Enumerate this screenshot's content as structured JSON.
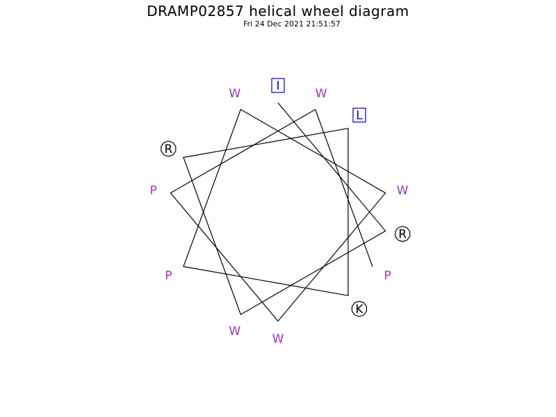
{
  "header": {
    "title": "DRAMP02857 helical wheel diagram",
    "timestamp": "Fri 24 Dec 2021 21:51:57"
  },
  "colors": {
    "line": "#000000",
    "hydrophobic": "#9933cc",
    "boxed": "#0000cc",
    "circled": "#000000"
  },
  "wheel": {
    "sequence": [
      "I",
      "R",
      "W",
      "R",
      "L",
      "K",
      "P",
      "W",
      "W",
      "W",
      "P",
      "W",
      "P"
    ],
    "residues": [
      {
        "letter": "I",
        "marker": "box"
      },
      {
        "letter": "R",
        "marker": "circle"
      },
      {
        "letter": "W",
        "marker": "none"
      },
      {
        "letter": "R",
        "marker": "circle"
      },
      {
        "letter": "L",
        "marker": "box"
      },
      {
        "letter": "K",
        "marker": "circle"
      },
      {
        "letter": "P",
        "marker": "none"
      },
      {
        "letter": "W",
        "marker": "none"
      },
      {
        "letter": "W",
        "marker": "none"
      },
      {
        "letter": "W",
        "marker": "none"
      },
      {
        "letter": "P",
        "marker": "none"
      },
      {
        "letter": "W",
        "marker": "none"
      },
      {
        "letter": "P",
        "marker": "none"
      }
    ]
  }
}
